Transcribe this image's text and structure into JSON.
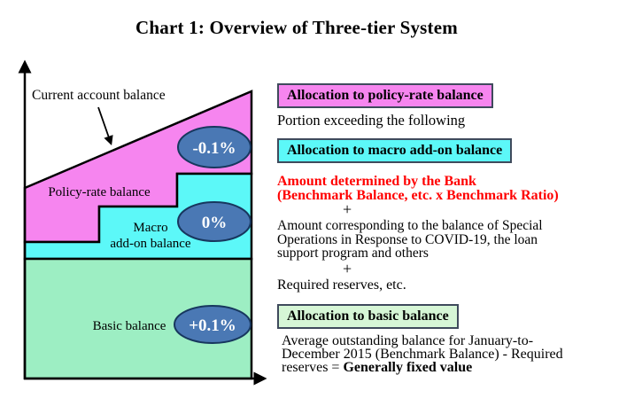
{
  "title": "Chart 1: Overview of Three-tier System",
  "colors": {
    "policy_pink": "#f685ef",
    "macro_cyan": "#5cf8f8",
    "basic_green": "#9deec3",
    "basic_heading_bg": "#d6f6d6",
    "oval_blue": "#4a78b4",
    "oval_border": "#17375e",
    "box_border": "#3f4a5c",
    "red_text": "#ff0000"
  },
  "diagram": {
    "current_account_label": "Current account balance",
    "policy_label": "Policy-rate balance",
    "macro_label_line1": "Macro",
    "macro_label_line2": "add-on balance",
    "basic_label": "Basic balance",
    "policy_rate": "-0.1%",
    "macro_rate": "0%",
    "basic_rate": "+0.1%"
  },
  "panel": {
    "policy_heading": "Allocation to policy-rate balance",
    "policy_body": "Portion exceeding the following",
    "macro_heading": "Allocation to macro add-on balance",
    "macro_red_line1": "Amount determined by the Bank",
    "macro_red_line2": "(Benchmark Balance, etc. x Benchmark Ratio)",
    "plus": "+",
    "covid_line1": "Amount corresponding to the balance of Special",
    "covid_line2": "Operations in Response to COVID-19, the loan",
    "covid_line3": "support program and others",
    "reserves_line": "Required reserves, etc.",
    "basic_heading": "Allocation to basic balance",
    "basic_line1": "Average outstanding balance for January-to-",
    "basic_line2": "December 2015 (Benchmark Balance) - Required",
    "basic_line3_prefix": "reserves = ",
    "basic_line3_bold": "Generally fixed value"
  }
}
